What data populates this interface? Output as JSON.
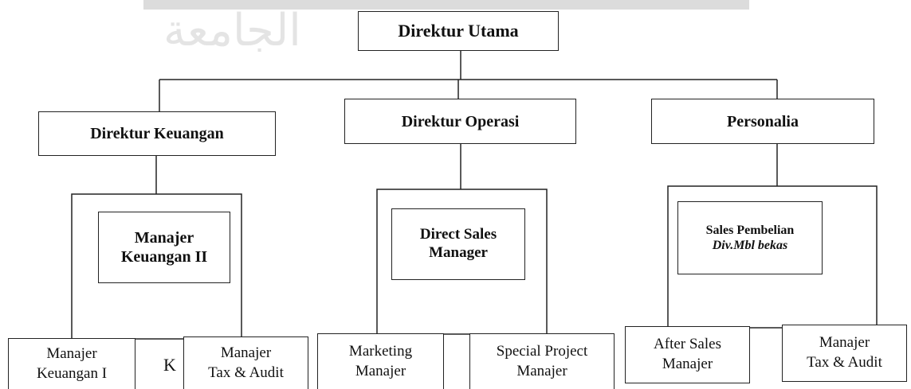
{
  "watermark_text": "الجامعة",
  "top": {
    "label": "Direktur Utama"
  },
  "directors": [
    {
      "label": "Direktur Keuangan"
    },
    {
      "label": "Direktur Operasi"
    },
    {
      "label": "Personalia"
    }
  ],
  "managers": [
    {
      "line1": "Manajer",
      "line2": "Keuangan II"
    },
    {
      "line1": "Direct Sales",
      "line2": "Manager"
    },
    {
      "line1": "Sales Pembelian",
      "line2": "Div.Mbl bekas"
    }
  ],
  "staff": [
    {
      "line1": "Manajer",
      "line2": "Keuangan I"
    },
    {
      "line1": "Manajer",
      "line2": "Tax & Audit"
    },
    {
      "line1": "Marketing",
      "line2": "Manajer"
    },
    {
      "line1": "Special Project",
      "line2": "Manajer"
    },
    {
      "line1": "After Sales",
      "line2": "Manajer"
    },
    {
      "line1": "Manajer",
      "line2": "Tax & Audit"
    }
  ],
  "stray_text": "K"
}
